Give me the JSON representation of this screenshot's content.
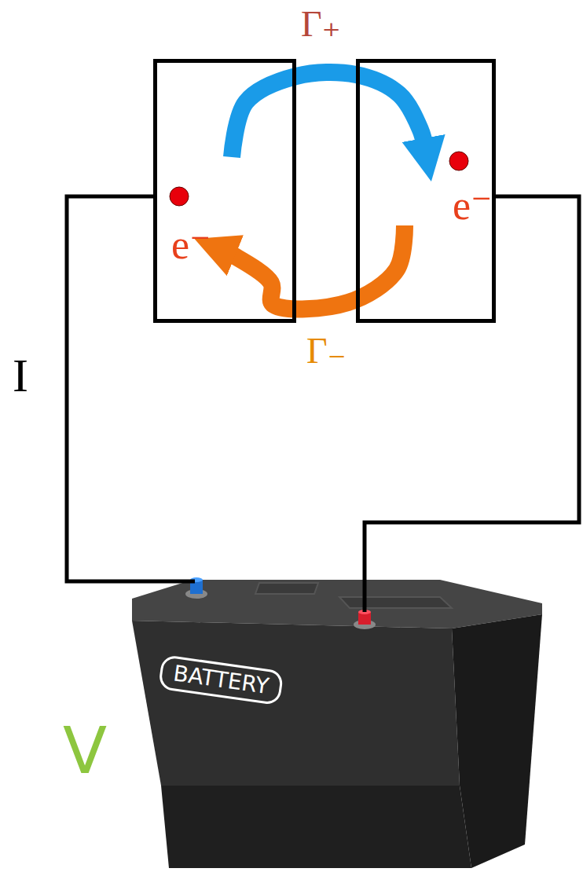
{
  "diagram": {
    "nodes": [
      {
        "text": [
          "e⁻"
        ]
      },
      {
        "text": [
          "e⁻"
        ]
      },
      {
        "text": [
          "BATTERY"
        ]
      }
    ],
    "edges": [
      {
        "from": 0,
        "to": 1,
        "label": "Γ₊",
        "arrow": "to"
      },
      {
        "from": 1,
        "to": 0,
        "label": "Γ₋",
        "arrow": "to"
      },
      {
        "from": 0,
        "to": 2,
        "arrow": "none"
      },
      {
        "from": 1,
        "to": 2,
        "arrow": "none"
      }
    ],
    "labels": [
      "I",
      "V"
    ]
  }
}
